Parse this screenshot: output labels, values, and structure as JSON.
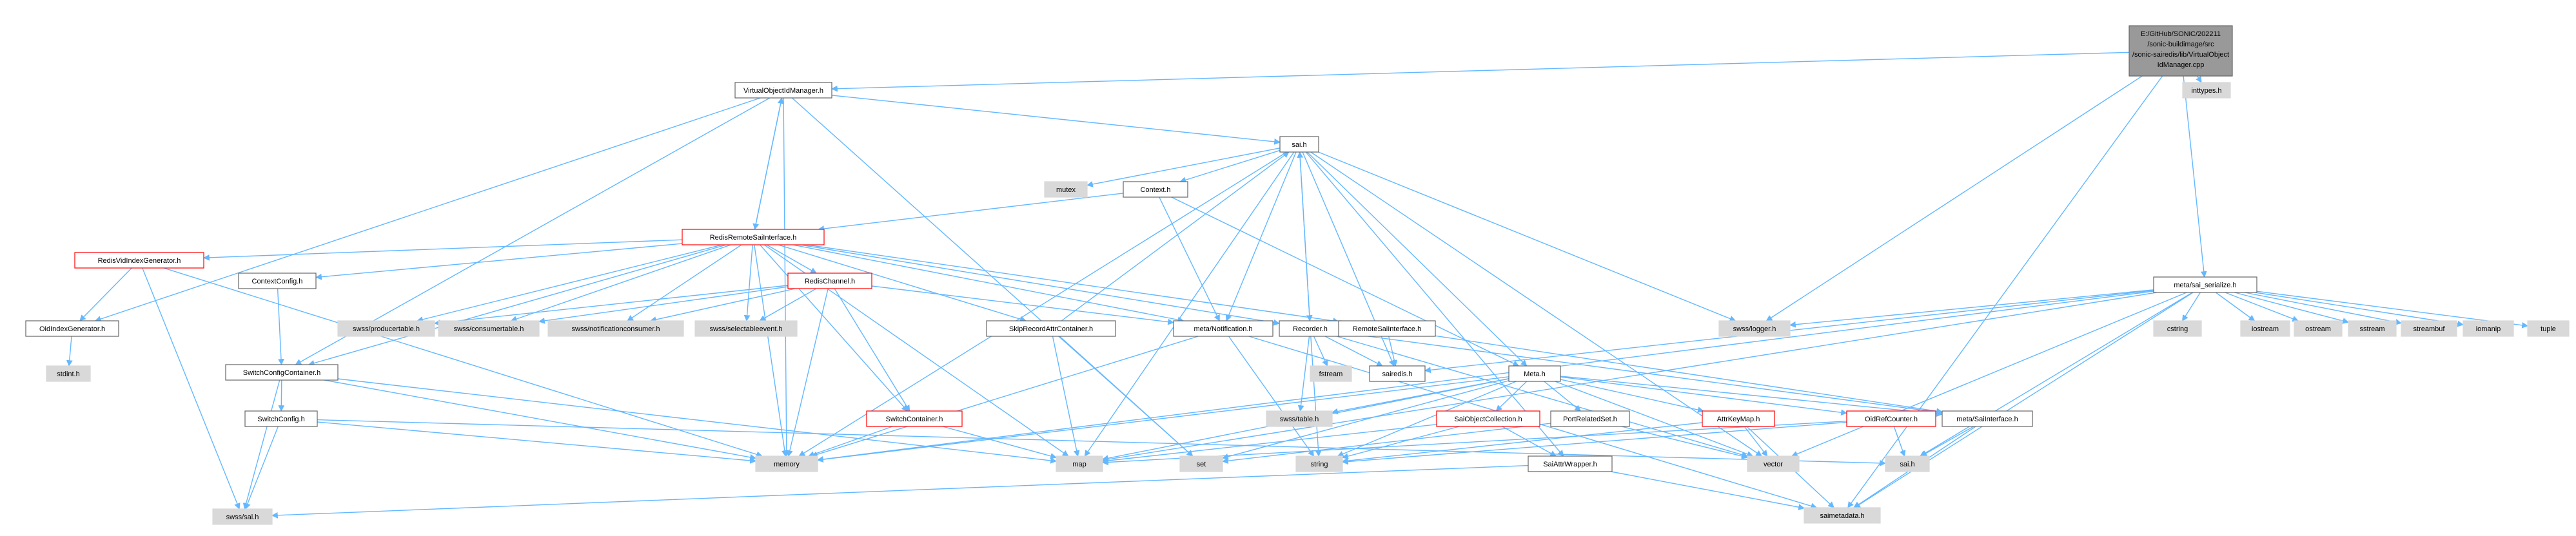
{
  "colors": {
    "edge": "#63B8FF",
    "root_fill": "#999999",
    "node_fill": "#ffffff",
    "system_fill": "#d9d9d9",
    "stroke": "#666666",
    "highlight_stroke": "#ff0000",
    "text": "#000000"
  },
  "nodes": [
    {
      "id": "root",
      "label": "E:/GitHub/SONiC/202211/sonic-buildimage/src/sonic-sairedis/lib/VirtualObjectIdManager.cpp",
      "kind": "root"
    },
    {
      "id": "vom",
      "label": "VirtualObjectIdManager.h",
      "kind": "normal"
    },
    {
      "id": "inttypes",
      "label": "inttypes.h",
      "kind": "system"
    },
    {
      "id": "sai",
      "label": "sai.h",
      "kind": "normal"
    },
    {
      "id": "mutex",
      "label": "mutex",
      "kind": "system"
    },
    {
      "id": "context",
      "label": "Context.h",
      "kind": "normal"
    },
    {
      "id": "rrsi",
      "label": "RedisRemoteSaiInterface.h",
      "kind": "highlight"
    },
    {
      "id": "rvig",
      "label": "RedisVidIndexGenerator.h",
      "kind": "highlight"
    },
    {
      "id": "contextconfig",
      "label": "ContextConfig.h",
      "kind": "normal"
    },
    {
      "id": "redischannel",
      "label": "RedisChannel.h",
      "kind": "highlight"
    },
    {
      "id": "oidig",
      "label": "OidIndexGenerator.h",
      "kind": "normal"
    },
    {
      "id": "stdint",
      "label": "stdint.h",
      "kind": "system"
    },
    {
      "id": "producer",
      "label": "swss/producertable.h",
      "kind": "system"
    },
    {
      "id": "consumer",
      "label": "swss/consumertable.h",
      "kind": "system"
    },
    {
      "id": "notifconsumer",
      "label": "swss/notificationconsumer.h",
      "kind": "system"
    },
    {
      "id": "selectable",
      "label": "swss/selectableevent.h",
      "kind": "system"
    },
    {
      "id": "skiprecord",
      "label": "SkipRecordAttrContainer.h",
      "kind": "normal"
    },
    {
      "id": "metanotif",
      "label": "meta/Notification.h",
      "kind": "normal"
    },
    {
      "id": "recorder",
      "label": "Recorder.h",
      "kind": "normal"
    },
    {
      "id": "rsi",
      "label": "RemoteSaiInterface.h",
      "kind": "normal"
    },
    {
      "id": "scc",
      "label": "SwitchConfigContainer.h",
      "kind": "normal"
    },
    {
      "id": "switchconfig",
      "label": "SwitchConfig.h",
      "kind": "normal"
    },
    {
      "id": "switchcontainer",
      "label": "SwitchContainer.h",
      "kind": "highlight"
    },
    {
      "id": "fstream",
      "label": "fstream",
      "kind": "system"
    },
    {
      "id": "sairedis",
      "label": "sairedis.h",
      "kind": "normal"
    },
    {
      "id": "meta",
      "label": "Meta.h",
      "kind": "normal"
    },
    {
      "id": "swsstable",
      "label": "swss/table.h",
      "kind": "system"
    },
    {
      "id": "saiobjcoll",
      "label": "SaiObjectCollection.h",
      "kind": "highlight"
    },
    {
      "id": "portrelated",
      "label": "PortRelatedSet.h",
      "kind": "normal"
    },
    {
      "id": "attrkeymap",
      "label": "AttrKeyMap.h",
      "kind": "highlight"
    },
    {
      "id": "oidrefcounter",
      "label": "OidRefCounter.h",
      "kind": "highlight"
    },
    {
      "id": "metasai",
      "label": "meta/SaiInterface.h",
      "kind": "normal"
    },
    {
      "id": "saiattrwrapper",
      "label": "SaiAttrWrapper.h",
      "kind": "normal"
    },
    {
      "id": "metaserialize",
      "label": "meta/sai_serialize.h",
      "kind": "normal"
    },
    {
      "id": "swsslogger",
      "label": "swss/logger.h",
      "kind": "system"
    },
    {
      "id": "cstring",
      "label": "cstring",
      "kind": "system"
    },
    {
      "id": "iostream",
      "label": "iostream",
      "kind": "system"
    },
    {
      "id": "ostream",
      "label": "ostream",
      "kind": "system"
    },
    {
      "id": "sstream",
      "label": "sstream",
      "kind": "system"
    },
    {
      "id": "streambuf",
      "label": "streambuf",
      "kind": "system"
    },
    {
      "id": "iomanip",
      "label": "iomanip",
      "kind": "system"
    },
    {
      "id": "tuple",
      "label": "tuple",
      "kind": "system"
    },
    {
      "id": "memory",
      "label": "memory",
      "kind": "system"
    },
    {
      "id": "map",
      "label": "map",
      "kind": "system"
    },
    {
      "id": "set",
      "label": "set",
      "kind": "system"
    },
    {
      "id": "string",
      "label": "string",
      "kind": "system"
    },
    {
      "id": "vector",
      "label": "vector",
      "kind": "system"
    },
    {
      "id": "saih",
      "label": "sai.h",
      "kind": "system"
    },
    {
      "id": "saimetadata",
      "label": "saimetadata.h",
      "kind": "system"
    },
    {
      "id": "swsssal",
      "label": "swss/sal.h",
      "kind": "system"
    }
  ],
  "edges": [
    [
      "root",
      "vom"
    ],
    [
      "root",
      "inttypes"
    ],
    [
      "root",
      "swsslogger"
    ],
    [
      "root",
      "metaserialize"
    ],
    [
      "root",
      "saimetadata"
    ],
    [
      "vom",
      "sai"
    ],
    [
      "vom",
      "oidig"
    ],
    [
      "vom",
      "scc"
    ],
    [
      "vom",
      "memory"
    ],
    [
      "vom",
      "set"
    ],
    [
      "vom",
      "rrsi"
    ],
    [
      "sai",
      "mutex"
    ],
    [
      "sai",
      "context"
    ],
    [
      "sai",
      "metanotif"
    ],
    [
      "sai",
      "recorder"
    ],
    [
      "sai",
      "meta"
    ],
    [
      "sai",
      "memory"
    ],
    [
      "sai",
      "map"
    ],
    [
      "sai",
      "saiattrwrapper"
    ],
    [
      "sai",
      "swsslogger"
    ],
    [
      "sai",
      "vector"
    ],
    [
      "sai",
      "sairedis"
    ],
    [
      "context",
      "rrsi"
    ],
    [
      "context",
      "metanotif"
    ],
    [
      "context",
      "meta"
    ],
    [
      "rrsi",
      "rvig"
    ],
    [
      "rrsi",
      "contextconfig"
    ],
    [
      "rrsi",
      "redischannel"
    ],
    [
      "rrsi",
      "skiprecord"
    ],
    [
      "rrsi",
      "metanotif"
    ],
    [
      "rrsi",
      "recorder"
    ],
    [
      "rrsi",
      "rsi"
    ],
    [
      "rrsi",
      "scc"
    ],
    [
      "rrsi",
      "switchcontainer"
    ],
    [
      "rrsi",
      "producer"
    ],
    [
      "rrsi",
      "consumer"
    ],
    [
      "rrsi",
      "notifconsumer"
    ],
    [
      "rrsi",
      "selectable"
    ],
    [
      "rrsi",
      "memory"
    ],
    [
      "rrsi",
      "map"
    ],
    [
      "rrsi",
      "vom"
    ],
    [
      "rvig",
      "oidig"
    ],
    [
      "rvig",
      "swsssal"
    ],
    [
      "rvig",
      "memory"
    ],
    [
      "oidig",
      "stdint"
    ],
    [
      "contextconfig",
      "scc"
    ],
    [
      "redischannel",
      "producer"
    ],
    [
      "redischannel",
      "consumer"
    ],
    [
      "redischannel",
      "notifconsumer"
    ],
    [
      "redischannel",
      "selectable"
    ],
    [
      "redischannel",
      "metanotif"
    ],
    [
      "redischannel",
      "memory"
    ],
    [
      "redischannel",
      "switchcontainer"
    ],
    [
      "skiprecord",
      "sai"
    ],
    [
      "skiprecord",
      "map"
    ],
    [
      "skiprecord",
      "set"
    ],
    [
      "metanotif",
      "memory"
    ],
    [
      "metanotif",
      "string"
    ],
    [
      "metanotif",
      "saimetadata"
    ],
    [
      "recorder",
      "sai"
    ],
    [
      "recorder",
      "fstream"
    ],
    [
      "recorder",
      "swsstable"
    ],
    [
      "recorder",
      "sairedis"
    ],
    [
      "recorder",
      "string"
    ],
    [
      "recorder",
      "vector"
    ],
    [
      "recorder",
      "metasai"
    ],
    [
      "rsi",
      "sairedis"
    ],
    [
      "rsi",
      "metasai"
    ],
    [
      "scc",
      "switchconfig"
    ],
    [
      "scc",
      "memory"
    ],
    [
      "scc",
      "map"
    ],
    [
      "scc",
      "swsssal"
    ],
    [
      "switchconfig",
      "memory"
    ],
    [
      "switchconfig",
      "swsssal"
    ],
    [
      "switchconfig",
      "saih"
    ],
    [
      "switchcontainer",
      "memory"
    ],
    [
      "switchcontainer",
      "map"
    ],
    [
      "meta",
      "swsstable"
    ],
    [
      "meta",
      "saiobjcoll"
    ],
    [
      "meta",
      "portrelated"
    ],
    [
      "meta",
      "attrkeymap"
    ],
    [
      "meta",
      "oidrefcounter"
    ],
    [
      "meta",
      "metasai"
    ],
    [
      "meta",
      "memory"
    ],
    [
      "meta",
      "map"
    ],
    [
      "meta",
      "set"
    ],
    [
      "meta",
      "vector"
    ],
    [
      "meta",
      "string"
    ],
    [
      "saiobjcoll",
      "saiattrwrapper"
    ],
    [
      "saiobjcoll",
      "map"
    ],
    [
      "saiobjcoll",
      "string"
    ],
    [
      "portrelated",
      "set"
    ],
    [
      "portrelated",
      "vector"
    ],
    [
      "attrkeymap",
      "saimetadata"
    ],
    [
      "attrkeymap",
      "string"
    ],
    [
      "attrkeymap",
      "vector"
    ],
    [
      "oidrefcounter",
      "saih"
    ],
    [
      "oidrefcounter",
      "map"
    ],
    [
      "oidrefcounter",
      "string"
    ],
    [
      "metasai",
      "saih"
    ],
    [
      "metasai",
      "saimetadata"
    ],
    [
      "saiattrwrapper",
      "saimetadata"
    ],
    [
      "saiattrwrapper",
      "swsssal"
    ],
    [
      "metaserialize",
      "swsslogger"
    ],
    [
      "metaserialize",
      "cstring"
    ],
    [
      "metaserialize",
      "iostream"
    ],
    [
      "metaserialize",
      "ostream"
    ],
    [
      "metaserialize",
      "sstream"
    ],
    [
      "metaserialize",
      "streambuf"
    ],
    [
      "metaserialize",
      "iomanip"
    ],
    [
      "metaserialize",
      "tuple"
    ],
    [
      "metaserialize",
      "saih"
    ],
    [
      "metaserialize",
      "saimetadata"
    ],
    [
      "metaserialize",
      "memory"
    ],
    [
      "metaserialize",
      "sairedis"
    ],
    [
      "metaserialize",
      "map"
    ],
    [
      "metaserialize",
      "vector"
    ]
  ]
}
